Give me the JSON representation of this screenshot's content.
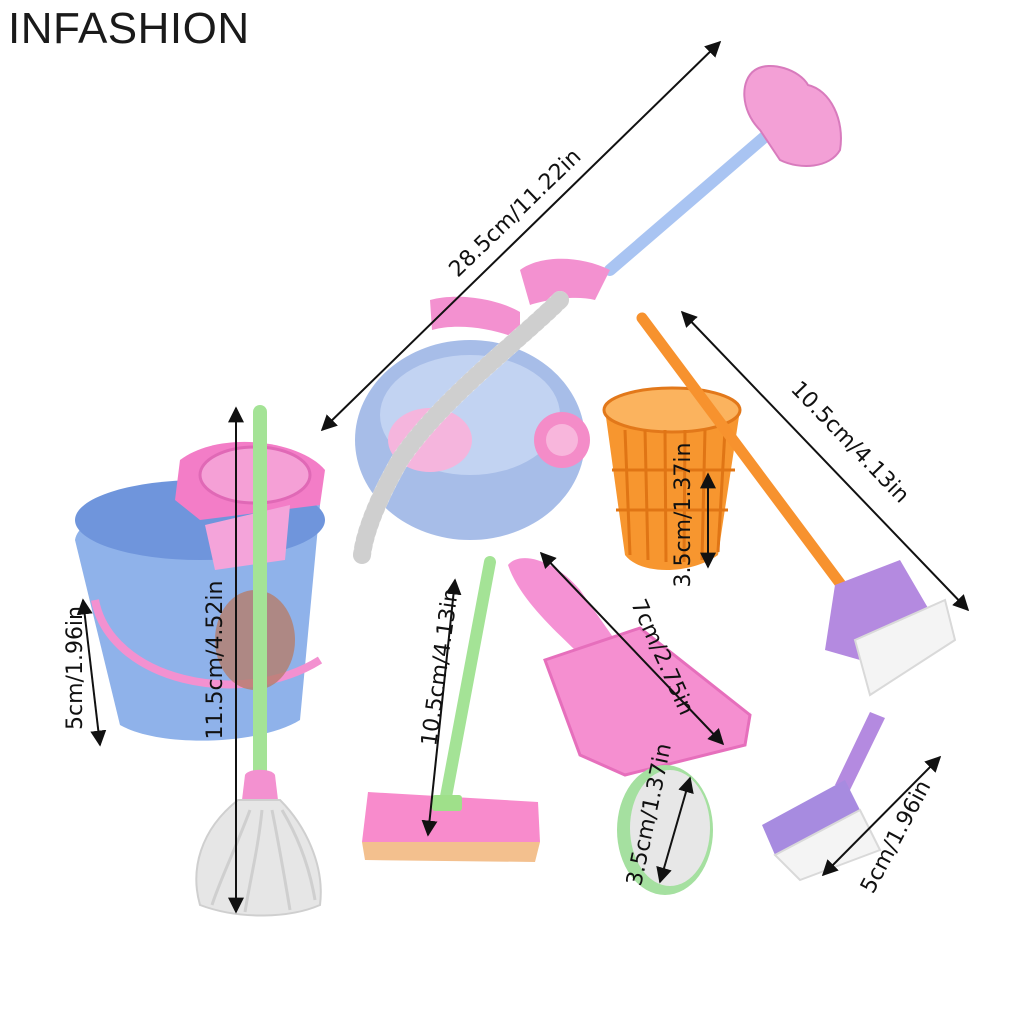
{
  "brand": "INFASHION",
  "colors": {
    "pink": "#f08ad0",
    "blue": "#8fb2ea",
    "orange": "#f7922e",
    "green": "#9fe08a",
    "purple": "#b48ae0",
    "white": "#f1f1f1"
  },
  "dimensions": {
    "vacuum": "28.5cm/11.22in",
    "broom": "10.5cm/4.13in",
    "basket": "3.5cm/1.37in",
    "bucket": "5cm/1.96in",
    "mop": "11.5cm/4.52in",
    "floor_mop": "10.5cm/4.13in",
    "dustpan": "7cm/2.75in",
    "sponge": "3.5cm/1.37in",
    "brush": "5cm/1.96in"
  }
}
